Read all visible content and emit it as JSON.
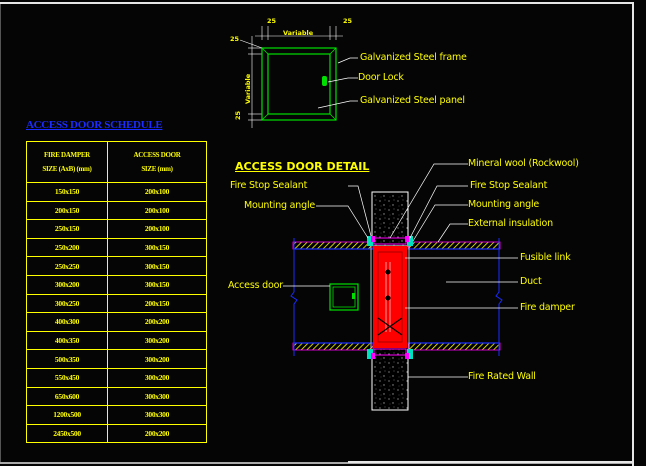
{
  "schedule": {
    "title": "ACCESS DOOR SCHEDULE",
    "headers": [
      [
        "FIRE DAMPER",
        "SIZE (AxB) (mm)"
      ],
      [
        "ACCESS DOOR",
        "SIZE (mm)"
      ]
    ],
    "rows": [
      [
        "150x150",
        "200x100"
      ],
      [
        "200x150",
        "200x100"
      ],
      [
        "250x150",
        "200x100"
      ],
      [
        "250x200",
        "300x150"
      ],
      [
        "250x250",
        "300x150"
      ],
      [
        "300x200",
        "300x150"
      ],
      [
        "300x250",
        "200x150"
      ],
      [
        "400x300",
        "200x200"
      ],
      [
        "400x350",
        "300x200"
      ],
      [
        "500x350",
        "300x200"
      ],
      [
        "550x450",
        "300x200"
      ],
      [
        "650x600",
        "300x300"
      ],
      [
        "1200x500",
        "300x300"
      ],
      [
        "2450x500",
        "200x200"
      ]
    ]
  },
  "door_elevation": {
    "dimensions": {
      "top_left": "25",
      "top_right": "25",
      "top_middle": "Variable",
      "left_top": "25",
      "left_middle": "Variable",
      "left_bottom": "25"
    },
    "labels": {
      "frame": "Galvanized Steel frame",
      "lock": "Door Lock",
      "panel": "Galvanized Steel panel"
    }
  },
  "detail": {
    "title": "ACCESS DOOR DETAIL",
    "labels": {
      "fire_stop_sealant_left": "Fire Stop Sealant",
      "mounting_angle_left": "Mounting angle",
      "access_door": "Access door",
      "mineral_wool": "Mineral wool (Rockwool)",
      "fire_stop_sealant_right": "Fire Stop Sealant",
      "mounting_angle_right": "Mounting angle",
      "external_insulation": "External insulation",
      "fusible_link": "Fusible link",
      "duct": "Duct",
      "fire_damper": "Fire damper",
      "fire_rated_wall": "Fire Rated Wall"
    }
  },
  "colors": {
    "background": "#050505",
    "text": "#ffff00",
    "schedule_title": "#1a2cff",
    "door": "#00e000",
    "damper": "#ff0000",
    "duct_line": "#1a2cff",
    "insulation_edge": "#ff00ff",
    "sealant": "#00e0c0",
    "leader": "#ffffff"
  }
}
